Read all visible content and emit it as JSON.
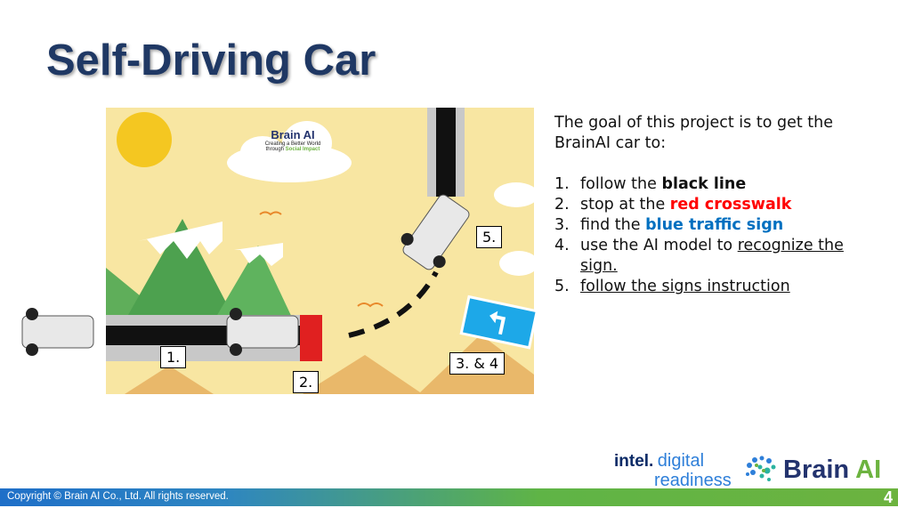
{
  "title": "Self-Driving Car",
  "scene": {
    "labels": [
      "1.",
      "2.",
      "3. & 4",
      "5."
    ],
    "cloud_logo": {
      "name": "Brain AI",
      "tagline_1": "Creating a Better World",
      "tagline_2": "through",
      "tagline_highlight": "Social Impact"
    }
  },
  "goal": {
    "intro": "The goal of this project is to get the BrainAI car to:",
    "items": [
      {
        "num": "1.",
        "pre": "follow the ",
        "emph": "black line"
      },
      {
        "num": "2.",
        "pre": "stop at the ",
        "emph": "red crosswalk"
      },
      {
        "num": "3.",
        "pre": "find the ",
        "emph": "blue traffic sign"
      },
      {
        "num": "4.",
        "pre": "use the AI model to ",
        "underlined": "recognize the sign."
      },
      {
        "num": "5.",
        "underlined": "follow the signs instruction"
      }
    ]
  },
  "footer": {
    "copyright": "Copyright © Brain AI Co., Ltd. All rights reserved.",
    "page": "4"
  },
  "logos": {
    "intel_word": "intel.",
    "intel_sub_1": "digital",
    "intel_sub_2": "readiness",
    "brain_1": "Brain",
    "brain_2": "AI"
  },
  "colors": {
    "title": "#1F3864",
    "red": "#FF0000",
    "blue": "#0070C0",
    "green": "#6CB33F"
  }
}
